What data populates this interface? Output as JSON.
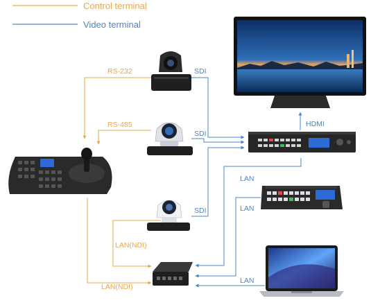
{
  "legend": {
    "control": {
      "label": "Control terminal",
      "color": "#e8a651"
    },
    "video": {
      "label": "Video terminal",
      "color": "#4d86c6"
    }
  },
  "links": {
    "rs232": "RS-232",
    "rs485": "RS-485",
    "sdi_top": "SDI",
    "sdi_mid": "SDI",
    "sdi_bottom": "SDI",
    "hdmi": "HDMI",
    "lan_switcher": "LAN",
    "lan_panel": "LAN",
    "lan_laptop": "LAN",
    "lan_ndi_cam": "LAN(NDI)",
    "lan_ndi_keyboard": "LAN(NDI)"
  },
  "devices": {
    "monitor": "monitor-icon",
    "ptz_camera_top": "ptz-camera-icon",
    "ptz_camera_mid": "ptz-camera-icon",
    "ptz_camera_bottom": "ptz-camera-icon",
    "controller": "ptz-keyboard-controller-icon",
    "switcher": "video-switcher-icon",
    "control_panel": "switcher-control-panel-icon",
    "network_switch": "network-switch-icon",
    "laptop": "laptop-icon"
  }
}
